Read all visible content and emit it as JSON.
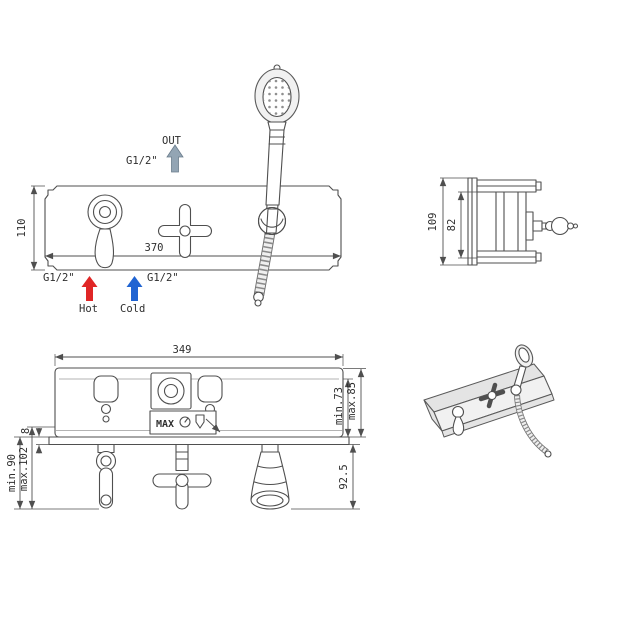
{
  "colors": {
    "line": "#4f4f4f",
    "hot": "#e02626",
    "cold": "#2064d2",
    "out_arrow": "#93a5b4"
  },
  "front_view": {
    "dim_height": "110",
    "dim_width": "370",
    "out_label": "OUT",
    "out_thread": "G1/2\"",
    "hot_thread": "G1/2\"",
    "cold_thread": "G1/2\"",
    "hot_label": "Hot",
    "cold_label": "Cold"
  },
  "side_view": {
    "dim_overall": "109",
    "dim_body": "82"
  },
  "top_view": {
    "dim_width": "349",
    "dim_plate": "8",
    "dim_min_left": "min.90",
    "dim_max_left": "max.102",
    "dim_min_right": "min.73",
    "dim_max_right": "max.85",
    "dim_holder": "92.5",
    "max_label": "MAX"
  }
}
